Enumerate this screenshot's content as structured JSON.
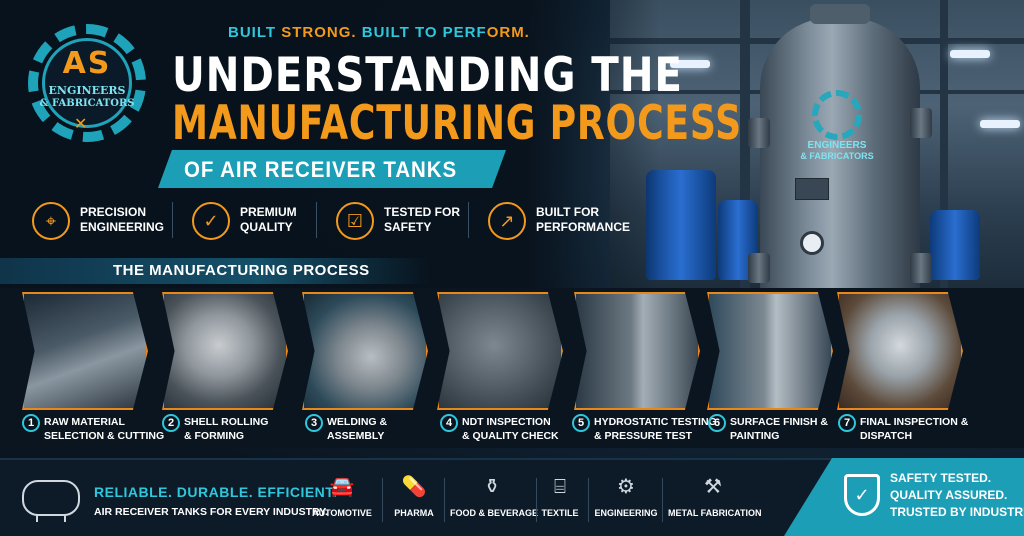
{
  "brand": {
    "logo_letters": "AS",
    "logo_line1": "ENGINEERS",
    "logo_line2": "& FABRICATORS"
  },
  "tagline": {
    "part1": "BUILT ",
    "part2": "STRONG.",
    "part3": " BUILT TO ",
    "part4": "PERF",
    "part5": "ORM."
  },
  "title": {
    "line1": "UNDERSTANDING THE",
    "line2": "MANUFACTURING PROCESS",
    "line3": "OF AIR RECEIVER TANKS"
  },
  "features": [
    {
      "line1": "PRECISION",
      "line2": "ENGINEERING",
      "icon": "crosshair-icon"
    },
    {
      "line1": "PREMIUM",
      "line2": "QUALITY",
      "icon": "shield-check-icon"
    },
    {
      "line1": "TESTED FOR",
      "line2": "SAFETY",
      "icon": "clipboard-check-icon"
    },
    {
      "line1": "BUILT FOR",
      "line2": "PERFORMANCE",
      "icon": "growth-chart-icon"
    }
  ],
  "process": {
    "title": "THE MANUFACTURING PROCESS",
    "steps": [
      {
        "num": "1",
        "line1": "RAW MATERIAL",
        "line2": "SELECTION & CUTTING"
      },
      {
        "num": "2",
        "line1": "SHELL ROLLING",
        "line2": "& FORMING"
      },
      {
        "num": "3",
        "line1": "WELDING &",
        "line2": "ASSEMBLY"
      },
      {
        "num": "4",
        "line1": "NDT INSPECTION",
        "line2": "& QUALITY CHECK"
      },
      {
        "num": "5",
        "line1": "HYDROSTATIC TESTING",
        "line2": "& PRESSURE TEST"
      },
      {
        "num": "6",
        "line1": "SURFACE FINISH &",
        "line2": "PAINTING"
      },
      {
        "num": "7",
        "line1": "FINAL INSPECTION &",
        "line2": "DISPATCH"
      }
    ]
  },
  "bottom": {
    "headline": "RELIABLE. DURABLE. EFFICIENT.",
    "subline": "AIR RECEIVER TANKS FOR EVERY INDUSTRY.",
    "industries": [
      {
        "label": "AUTOMOTIVE",
        "icon": "car-icon"
      },
      {
        "label": "PHARMA",
        "icon": "capsule-icon"
      },
      {
        "label": "FOOD & BEVERAGE",
        "icon": "bottle-icon"
      },
      {
        "label": "TEXTILE",
        "icon": "thread-spool-icon"
      },
      {
        "label": "ENGINEERING",
        "icon": "gear-icon"
      },
      {
        "label": "METAL FABRICATION",
        "icon": "welding-icon"
      }
    ],
    "badge_line1": "SAFETY TESTED.",
    "badge_line2": "QUALITY ASSURED.",
    "badge_line3": "TRUSTED BY INDUSTRIES."
  },
  "colors": {
    "accent_orange": "#f39a1d",
    "accent_teal": "#1c9fb6",
    "background": "#0b1622"
  }
}
